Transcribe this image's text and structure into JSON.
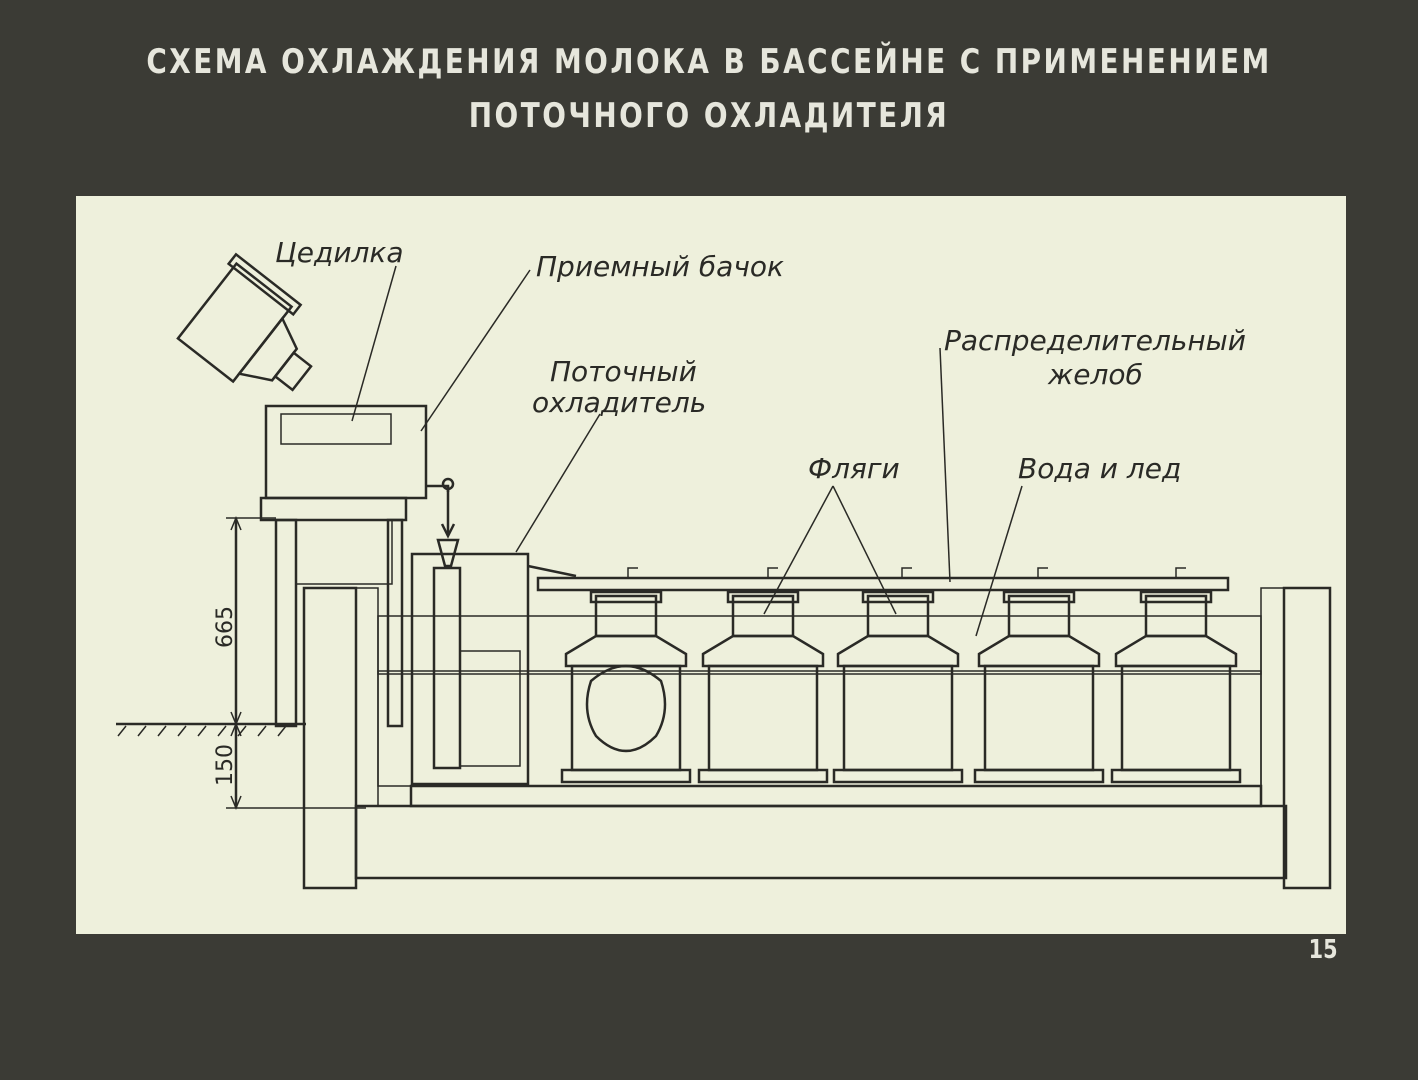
{
  "title": {
    "line1": "СХЕМА ОХЛАЖДЕНИЯ МОЛОКА В БАССЕЙНЕ  С ПРИМЕНЕНИЕМ",
    "line2": "ПОТОЧНОГО ОХЛАДИТЕЛЯ"
  },
  "labels": {
    "strainer": "Цедилка",
    "receiving_tank": "Приемный бачок",
    "flow_cooler_1": "Поточный",
    "flow_cooler_2": "охладитель",
    "distribution_1": "Распределительный",
    "distribution_2": "желоб",
    "cans": "Фляги",
    "water_ice": "Вода и лед"
  },
  "dimensions": {
    "upper": "665",
    "lower": "150"
  },
  "page_number": "15",
  "colors": {
    "background": "#3b3b35",
    "panel": "#eef0dc",
    "ink": "#2a2a26",
    "title_text": "#e6e6dc"
  }
}
